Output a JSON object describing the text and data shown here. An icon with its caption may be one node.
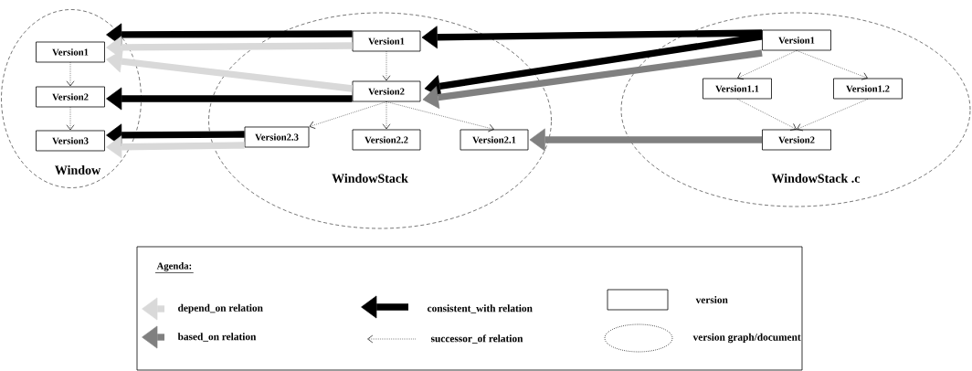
{
  "diagram": {
    "nodes": [
      {
        "text": [
          "Window"
        ]
      },
      {
        "text": [
          "Version1"
        ],
        "in": 0
      },
      {
        "text": [
          "Version2"
        ],
        "in": 0
      },
      {
        "text": [
          "Version3"
        ],
        "in": 0
      },
      {
        "text": [
          "WindowStack"
        ]
      },
      {
        "text": [
          "Version1"
        ],
        "in": 4
      },
      {
        "text": [
          "Version2"
        ],
        "in": 4
      },
      {
        "text": [
          "Version2.3"
        ],
        "in": 4
      },
      {
        "text": [
          "Version2.2"
        ],
        "in": 4
      },
      {
        "text": [
          "Version2.1"
        ],
        "in": 4
      },
      {
        "text": [
          "WindowStack .c"
        ]
      },
      {
        "text": [
          "Version1"
        ],
        "in": 10
      },
      {
        "text": [
          "Version1.1"
        ],
        "in": 10
      },
      {
        "text": [
          "Version1.2"
        ],
        "in": 10
      },
      {
        "text": [
          "Version2"
        ],
        "in": 10
      }
    ],
    "edges": [
      {
        "from": 1,
        "to": 2,
        "arrow": "to",
        "style": "dashed"
      },
      {
        "from": 2,
        "to": 3,
        "arrow": "to",
        "style": "dashed"
      },
      {
        "from": 5,
        "to": 6,
        "arrow": "to",
        "style": "dashed"
      },
      {
        "from": 6,
        "to": 7,
        "arrow": "to",
        "style": "dashed"
      },
      {
        "from": 6,
        "to": 8,
        "arrow": "to",
        "style": "dashed"
      },
      {
        "from": 6,
        "to": 9,
        "arrow": "to",
        "style": "dashed"
      },
      {
        "from": 11,
        "to": 12,
        "arrow": "to",
        "style": "dashed"
      },
      {
        "from": 11,
        "to": 13,
        "arrow": "to",
        "style": "dashed"
      },
      {
        "from": 12,
        "to": 14,
        "arrow": "to",
        "style": "dashed"
      },
      {
        "from": 13,
        "to": 14,
        "arrow": "to",
        "style": "dashed"
      },
      {
        "from": 5,
        "to": 1,
        "arrow": "to",
        "style": "thick",
        "color": "#000000"
      },
      {
        "from": 6,
        "to": 2,
        "arrow": "to",
        "style": "thick",
        "color": "#000000"
      },
      {
        "from": 7,
        "to": 3,
        "arrow": "to",
        "style": "thick",
        "color": "#000000"
      },
      {
        "from": 11,
        "to": 5,
        "arrow": "to",
        "style": "thick",
        "color": "#000000"
      },
      {
        "from": 11,
        "to": 6,
        "arrow": "to",
        "style": "thick",
        "color": "#000000"
      },
      {
        "from": 5,
        "to": 1,
        "arrow": "to",
        "style": "thick",
        "color": "#d9d9d9"
      },
      {
        "from": 6,
        "to": 1,
        "arrow": "to",
        "style": "thick",
        "color": "#d9d9d9"
      },
      {
        "from": 7,
        "to": 3,
        "arrow": "to",
        "style": "thick",
        "color": "#d9d9d9"
      },
      {
        "from": 11,
        "to": 6,
        "arrow": "to",
        "style": "thick",
        "color": "#808080"
      },
      {
        "from": 14,
        "to": 9,
        "arrow": "to",
        "style": "thick",
        "color": "#808080"
      }
    ],
    "labels": [
      "Agenda:"
    ],
    "legend": [
      {
        "text": "depend_on relation",
        "color": "#d9d9d9"
      },
      {
        "text": "consistent_with relation",
        "color": "#000000"
      },
      {
        "text": "version"
      },
      {
        "text": "based_on relation",
        "color": "#808080"
      },
      {
        "text": "successor_of relation"
      },
      {
        "text": "version graph/document"
      }
    ]
  }
}
